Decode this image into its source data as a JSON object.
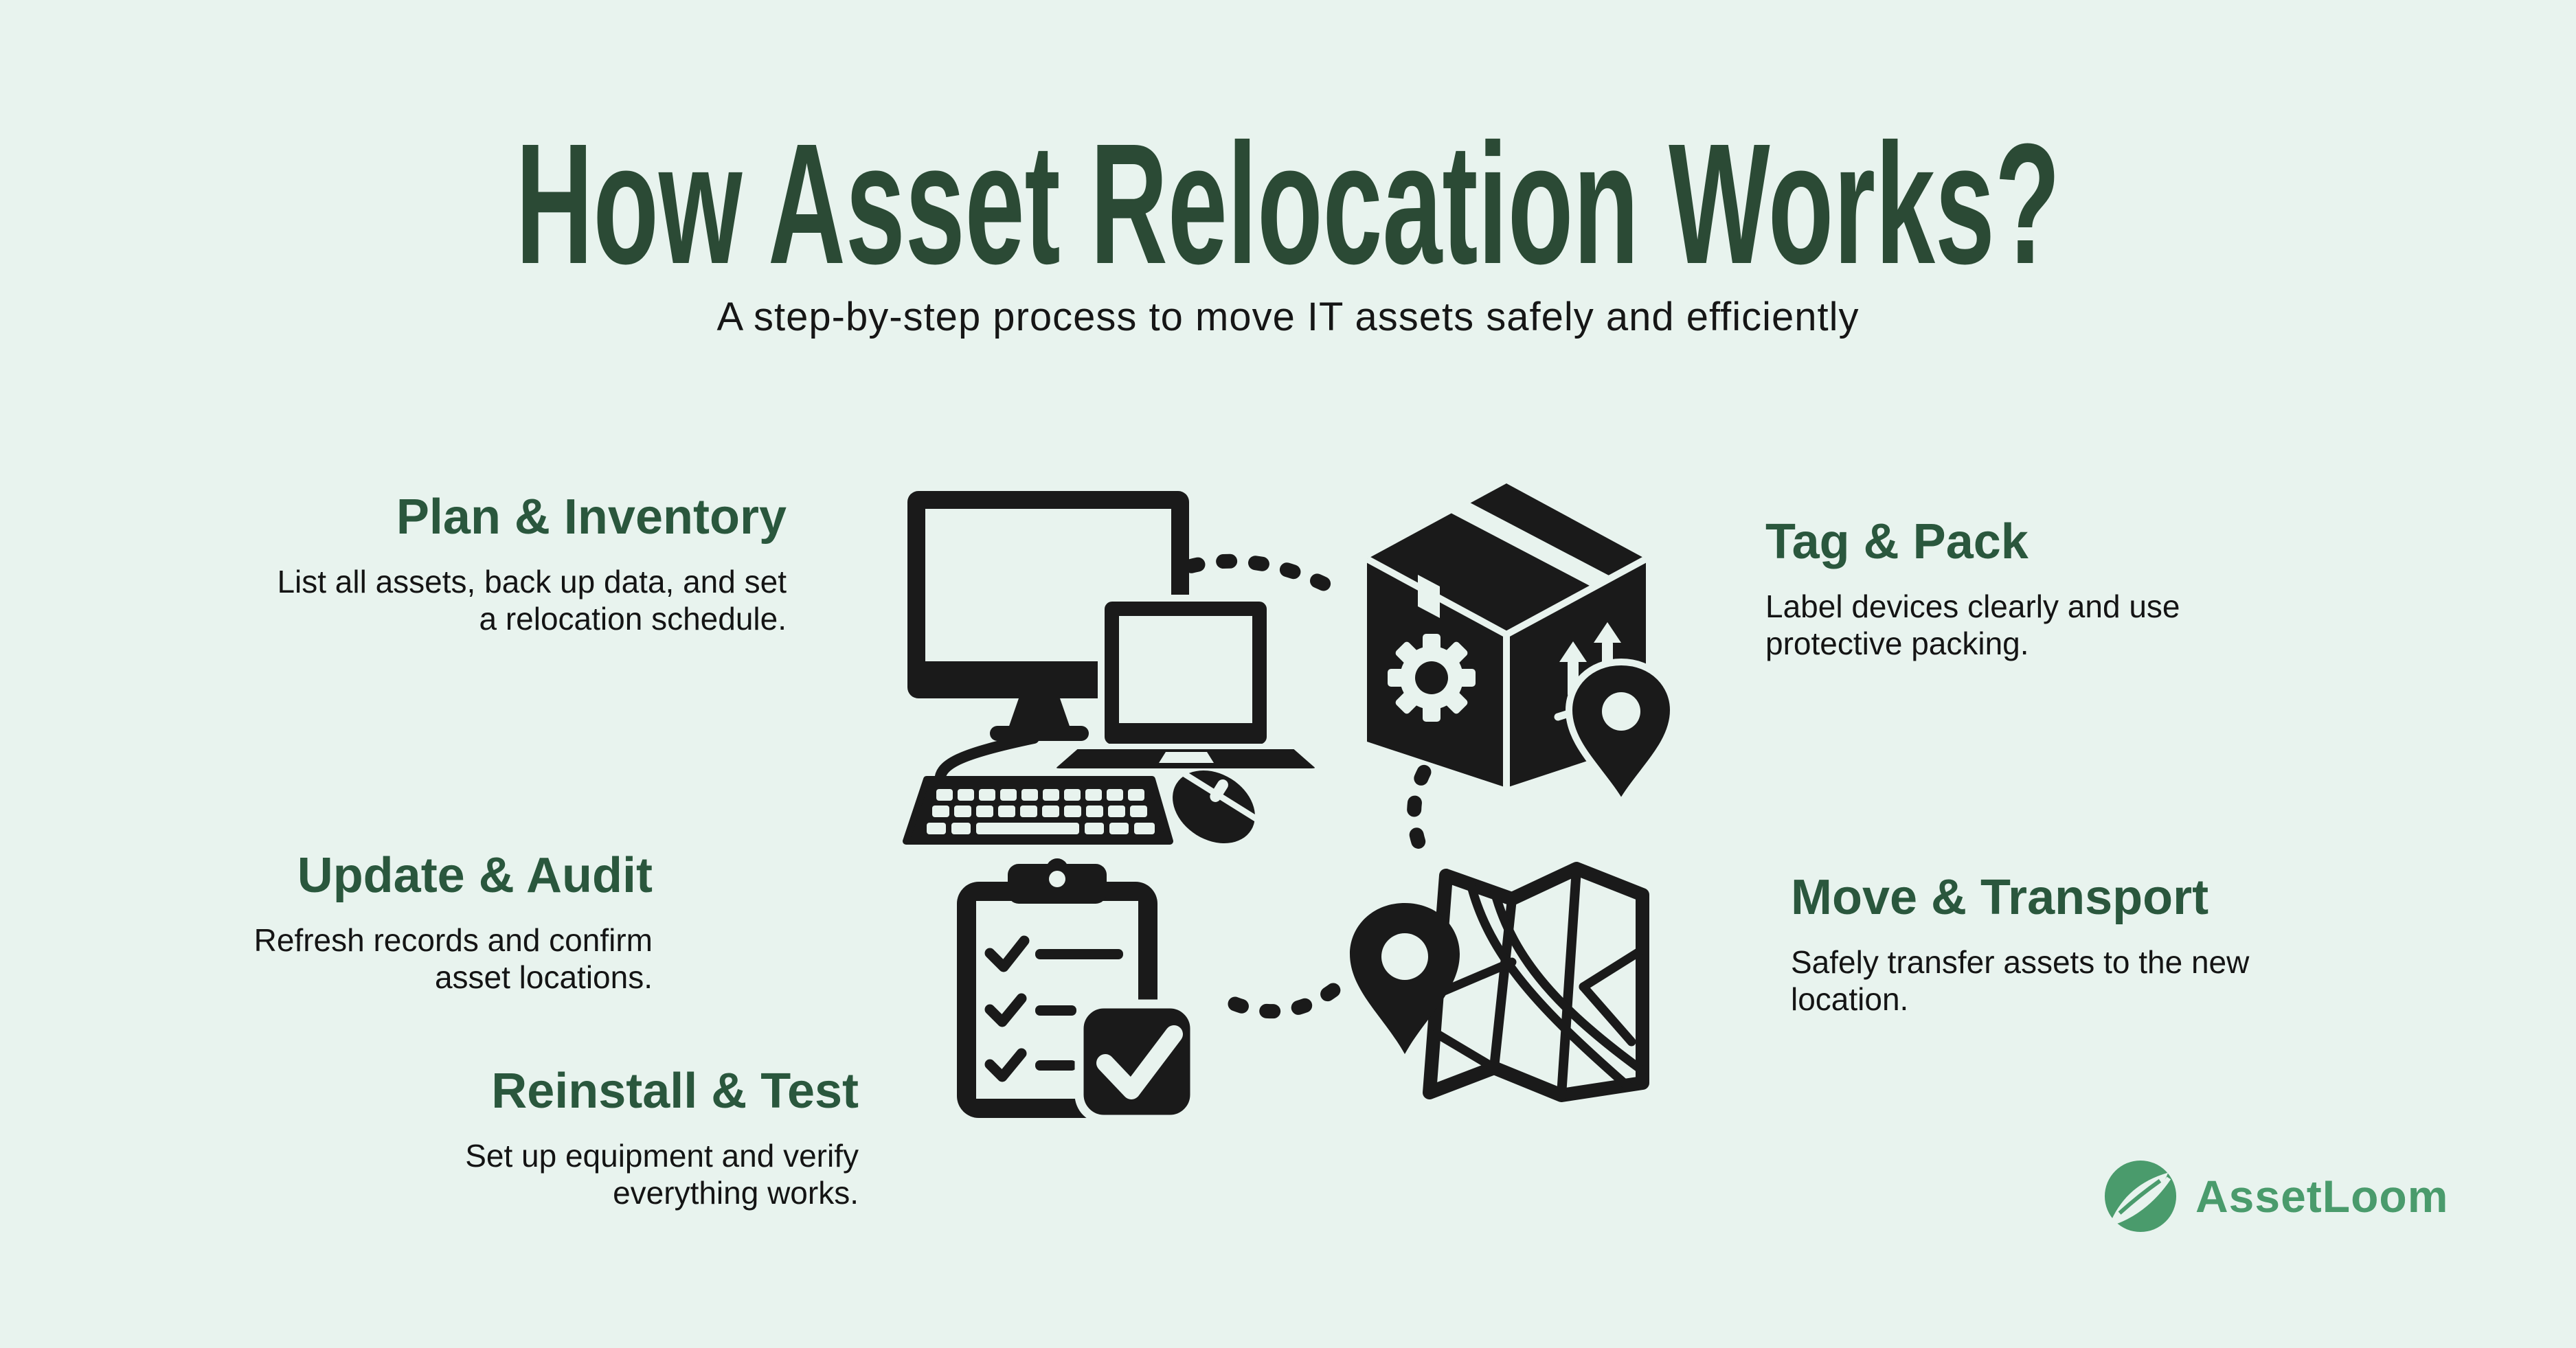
{
  "page": {
    "title": "How Asset Relocation Works?",
    "subtitle": "A step-by-step process to move IT assets safely and efficiently",
    "background_color": "#e8f3ee",
    "title_color": "#2b4a35",
    "heading_color": "#2a573d",
    "body_text_color": "#141414",
    "icon_color": "#1a1a1a"
  },
  "steps": [
    {
      "title": "Plan & Inventory",
      "description": "List all assets, back up data, and set a relocation schedule."
    },
    {
      "title": "Tag & Pack",
      "description": "Label devices clearly and use protective packing."
    },
    {
      "title": "Update & Audit",
      "description": "Refresh records and confirm asset locations."
    },
    {
      "title": "Move & Transport",
      "description": "Safely transfer assets to the new location."
    },
    {
      "title": "Reinstall & Test",
      "description": "Set up equipment and verify everything works."
    }
  ],
  "icons": {
    "computer": "desktop-computer-laptop-keyboard-mouse",
    "package": "package-box-with-gear-arrows-pin",
    "clipboard": "checklist-clipboard-with-check-square",
    "map": "folded-map-with-location-pin"
  },
  "logo": {
    "text": "AssetLoom",
    "color": "#4a9b6c"
  }
}
